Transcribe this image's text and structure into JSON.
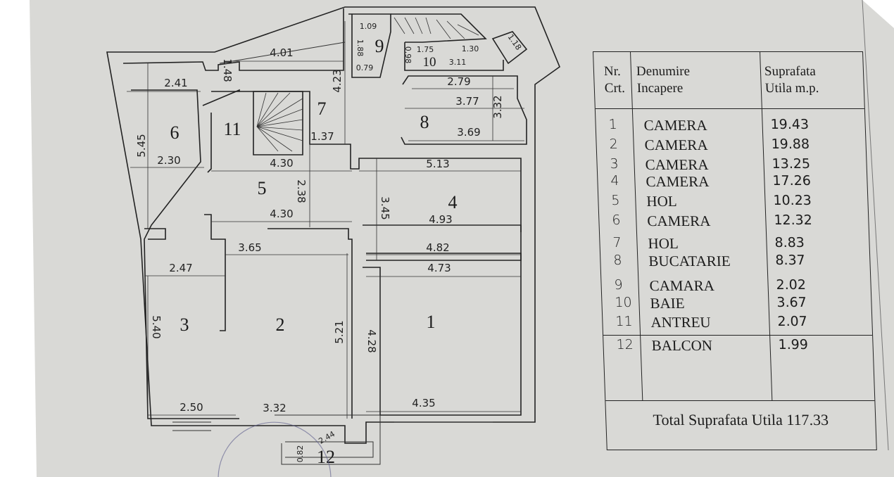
{
  "plan": {
    "rooms": [
      "1",
      "2",
      "3",
      "4",
      "5",
      "6",
      "7",
      "8",
      "9",
      "10",
      "11",
      "12"
    ],
    "dimensions": [
      "4.01",
      "1.48",
      "2.41",
      "4.23",
      "1.09",
      "1.88",
      "0.79",
      "0.98",
      "1.75",
      "1.30",
      "3.11",
      "1.18",
      "2.79",
      "3.77",
      "3.32",
      "3.69",
      "5.45",
      "2.30",
      "4.30",
      "1.37",
      "5.13",
      "2.38",
      "3.45",
      "4.30",
      "4.93",
      "3.65",
      "4.82",
      "2.47",
      "4.73",
      "5.40",
      "5.21",
      "4.28",
      "2.50",
      "3.32",
      "4.35",
      "0.82",
      "2.44"
    ]
  },
  "table": {
    "headers": {
      "nr": "Nr. Crt.",
      "name": "Denumire Incapere",
      "area": "Suprafata Utila m.p."
    },
    "header_lines": {
      "nr1": "Nr.",
      "nr2": "Crt.",
      "name1": "Denumire",
      "name2": "Incapere",
      "area1": "Suprafata",
      "area2": "Utila m.p."
    },
    "rows": [
      {
        "nr": "1",
        "name": "CAMERA",
        "area": "19.43"
      },
      {
        "nr": "2",
        "name": "CAMERA",
        "area": "19.88"
      },
      {
        "nr": "3",
        "name": "CAMERA",
        "area": "13.25"
      },
      {
        "nr": "4",
        "name": "CAMERA",
        "area": "17.26"
      },
      {
        "nr": "5",
        "name": "HOL",
        "area": "10.23"
      },
      {
        "nr": "6",
        "name": "CAMERA",
        "area": "12.32"
      },
      {
        "nr": "7",
        "name": "HOL",
        "area": "8.83"
      },
      {
        "nr": "8",
        "name": "BUCATARIE",
        "area": "8.37"
      },
      {
        "nr": "9",
        "name": "CAMARA",
        "area": "2.02"
      },
      {
        "nr": "10",
        "name": "BAIE",
        "area": "3.67"
      },
      {
        "nr": "11",
        "name": "ANTREU",
        "area": "2.07"
      },
      {
        "nr": "12",
        "name": "BALCON",
        "area": "1.99"
      }
    ],
    "total": "Total Suprafata Utila 117.33"
  }
}
